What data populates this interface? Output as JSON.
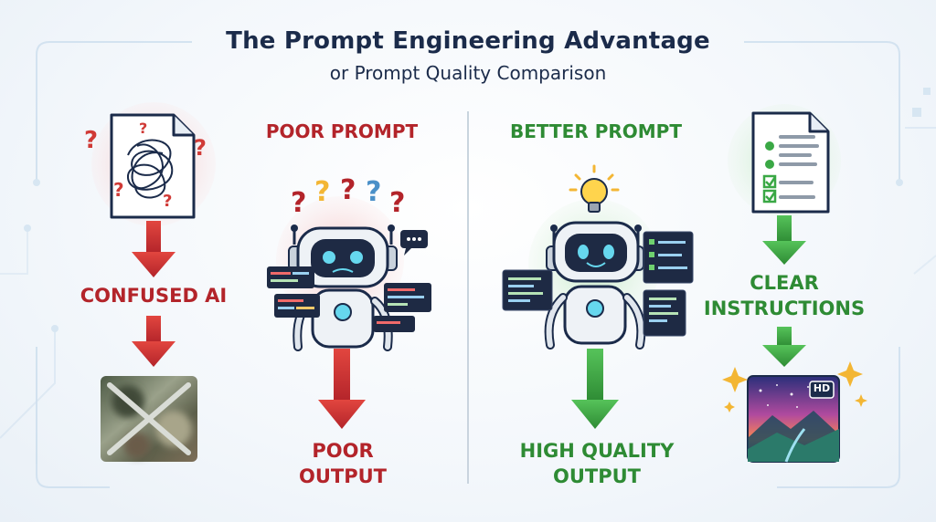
{
  "header": {
    "title": "The Prompt Engineering Advantage",
    "subtitle": "or Prompt Quality Comparison"
  },
  "poor_side": {
    "heading": "POOR PROMPT",
    "confused_label": "CONFUSED AI",
    "output_line1": "POOR",
    "output_line2": "OUTPUT",
    "color": "#b3242a"
  },
  "better_side": {
    "heading": "BETTER PROMPT",
    "instructions_line1": "CLEAR",
    "instructions_line2": "INSTRUCTIONS",
    "output_line1": "HIGH QUALITY",
    "output_line2": "OUTPUT",
    "badge": "HD",
    "color": "#2e8b34"
  }
}
